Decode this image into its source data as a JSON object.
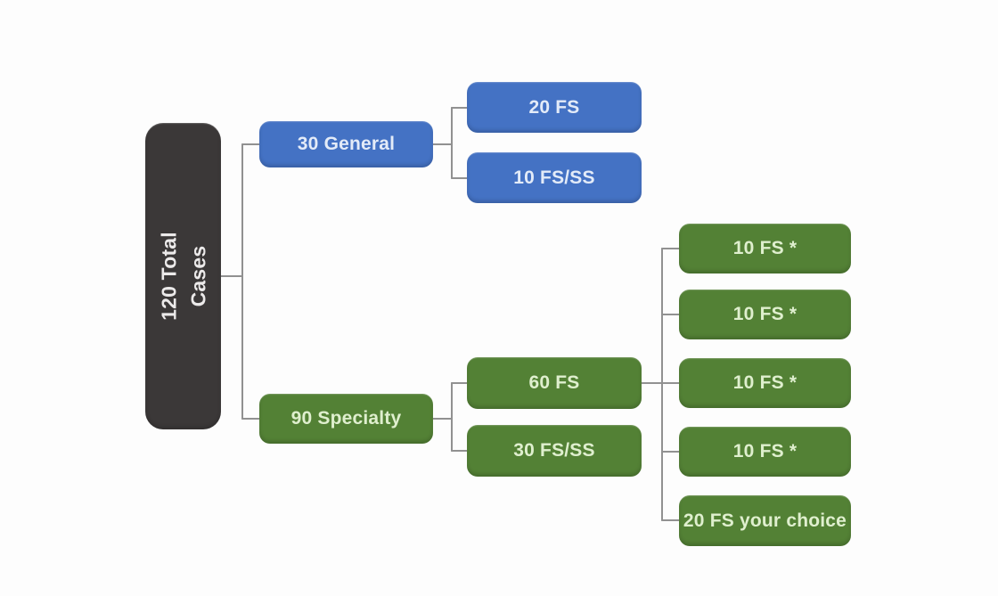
{
  "colors": {
    "blue": "#4472C4",
    "green": "#538135",
    "dark": "#3B3838",
    "connector": "#919191",
    "blue_text": "#E3EBF8",
    "green_text": "#DFEFCE",
    "dark_text": "#ECEAEA",
    "background": "#FDFDFD"
  },
  "diagram": {
    "root": {
      "label": "120 Total Cases",
      "lines": [
        "120 Total",
        "Cases"
      ]
    },
    "branches": [
      {
        "label": "30 General",
        "children": [
          {
            "label": "20 FS"
          },
          {
            "label": "10 FS/SS"
          }
        ]
      },
      {
        "label": "90 Specialty",
        "children": [
          {
            "label": "60 FS",
            "children": [
              {
                "label": "10 FS *"
              },
              {
                "label": "10 FS *"
              },
              {
                "label": "10 FS *"
              },
              {
                "label": "10 FS *"
              },
              {
                "label": "20 FS your choice"
              }
            ]
          },
          {
            "label": "30 FS/SS"
          }
        ]
      }
    ]
  }
}
